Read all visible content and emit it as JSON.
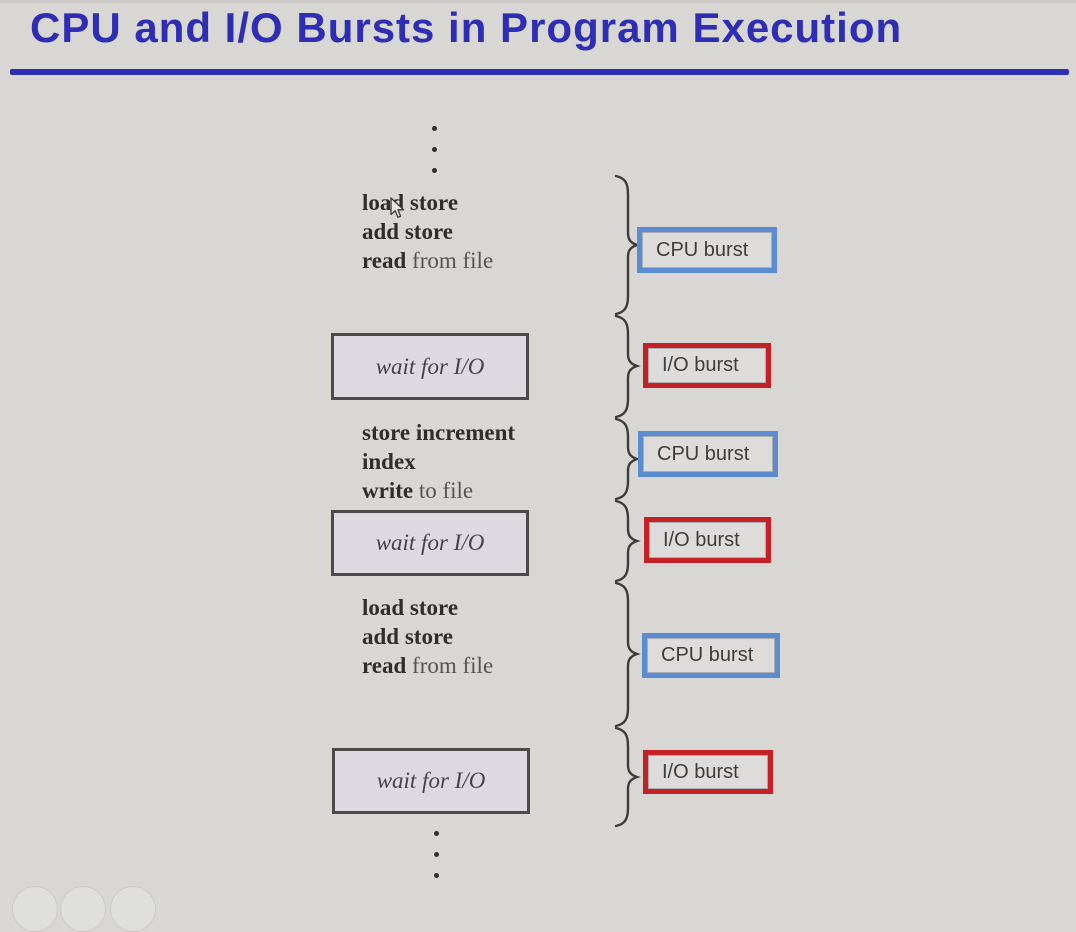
{
  "colors": {
    "background": "#D8D7D4",
    "title_blue": "#2D2DB5",
    "cpu_blue": "#5B8BD0",
    "io_red": "#C32126",
    "wait_border": "#4A4A4A",
    "wait_fill": "#DCDAE0",
    "brace_gray": "#3B3B3B",
    "text_dark": "#3D3D3D"
  },
  "header": {
    "title": "CPU and I/O Bursts in Program Execution"
  },
  "diagram": {
    "instruction_blocks": [
      {
        "lines": [
          {
            "bold": "load store",
            "normal": ""
          },
          {
            "bold": "add store",
            "normal": ""
          },
          {
            "bold": "read",
            "normal": " from file"
          }
        ]
      },
      {
        "lines": [
          {
            "bold": "store increment",
            "normal": ""
          },
          {
            "bold": "index",
            "normal": ""
          },
          {
            "bold": "write",
            "normal": " to file"
          }
        ]
      },
      {
        "lines": [
          {
            "bold": "load store",
            "normal": ""
          },
          {
            "bold": "add store",
            "normal": ""
          },
          {
            "bold": "read",
            "normal": " from file"
          }
        ]
      }
    ],
    "wait_boxes": [
      {
        "label": "wait for I/O"
      },
      {
        "label": "wait for I/O"
      },
      {
        "label": "wait for I/O"
      }
    ],
    "burst_boxes": [
      {
        "label": "CPU burst",
        "type": "cpu"
      },
      {
        "label": "I/O burst",
        "type": "io"
      },
      {
        "label": "CPU burst",
        "type": "cpu"
      },
      {
        "label": "I/O burst",
        "type": "io"
      },
      {
        "label": "CPU burst",
        "type": "cpu"
      },
      {
        "label": "I/O burst",
        "type": "io"
      }
    ]
  }
}
